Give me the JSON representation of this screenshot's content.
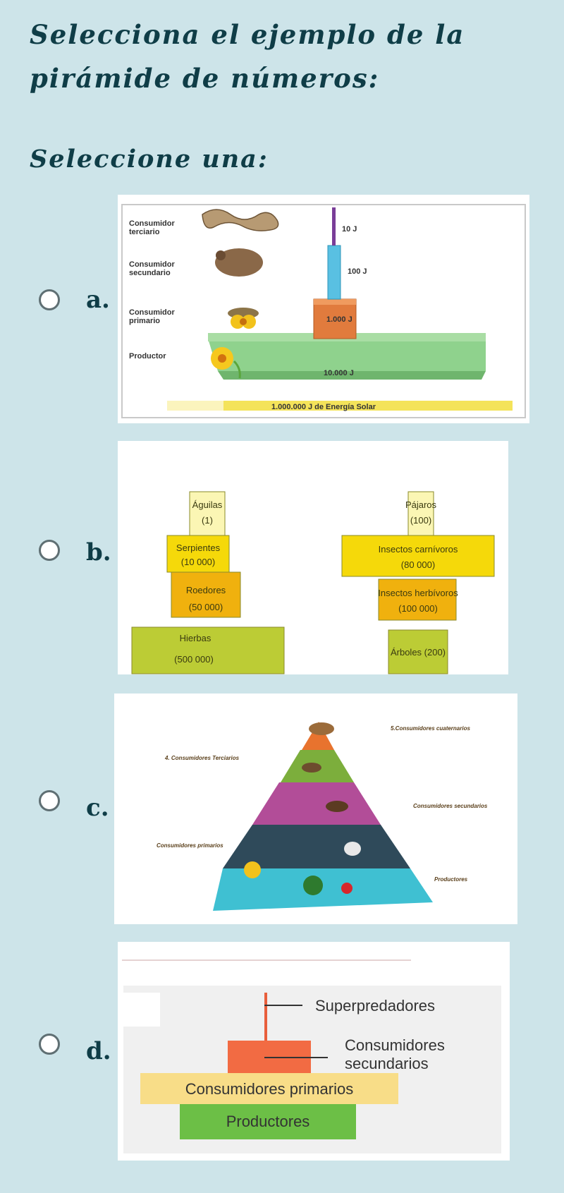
{
  "question": {
    "title": "Selecciona el ejemplo de la pirámide de números:",
    "instruction": "Seleccione una:"
  },
  "options": [
    {
      "letter": "a.",
      "labels": {
        "terciario": [
          "Consumidor",
          "terciario"
        ],
        "secundario": [
          "Consumidor",
          "secundario"
        ],
        "primario": [
          "Consumidor",
          "primario"
        ],
        "productor": "Productor",
        "e10": "10 J",
        "e100": "100 J",
        "e1000": "1.000 J",
        "e10000": "10.000 J",
        "solar": "1.000.000 J  de Energía Solar"
      }
    },
    {
      "letter": "b.",
      "left": [
        {
          "name": "Águilas",
          "count": "(1)"
        },
        {
          "name": "Serpientes",
          "count": "(10 000)"
        },
        {
          "name": "Roedores",
          "count": "(50 000)"
        },
        {
          "name": "Hierbas",
          "count": "(500 000)"
        }
      ],
      "right": [
        {
          "name": "Pájaros",
          "count": "(100)"
        },
        {
          "name": "Insectos carnívoros",
          "count": "(80 000)"
        },
        {
          "name": "Insectos herbívoros",
          "count": "(100 000)"
        },
        {
          "name": "Árboles (200)",
          "count": ""
        }
      ]
    },
    {
      "letter": "c.",
      "labels": {
        "cuaternarios": "5.Consumidores cuaternarios",
        "terciarios": "4. Consumidores Terciarios",
        "secundarios": "Consumidores secundarios",
        "primarios": "Consumidores primarios",
        "productores": "Productores"
      }
    },
    {
      "letter": "d.",
      "labels": {
        "superpredadores": "Superpredadores",
        "secundarios": [
          "Consumidores",
          "secundarios"
        ],
        "primarios": "Consumidores primarios",
        "productores": "Productores"
      }
    }
  ]
}
